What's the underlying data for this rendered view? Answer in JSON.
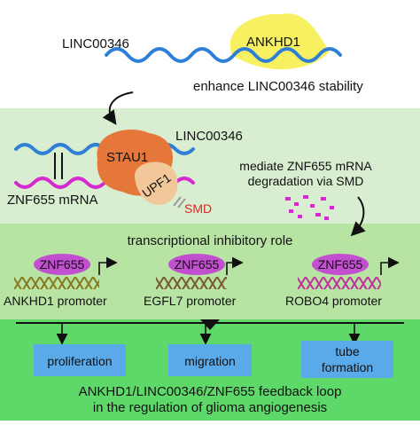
{
  "panel1": {
    "lncrna_label": "LINC00346",
    "protein_label": "ANKHD1",
    "caption": "enhance LINC00346 stability"
  },
  "panel2": {
    "lncrna_label": "LINC00346",
    "stau1_label": "STAU1",
    "upf1_label": "UPF1",
    "mrna_label": "ZNF655 mRNA",
    "smd_label": "SMD",
    "caption_line1": "mediate ZNF655 mRNA",
    "caption_line2": "degradation via SMD"
  },
  "panel3": {
    "title": "transcriptional inhibitory role",
    "factor_label": "ZNF655",
    "promoters": [
      {
        "factor": "ZNF655",
        "label": "ANKHD1 promoter"
      },
      {
        "factor": "ZNF655",
        "label": "EGFL7 promoter"
      },
      {
        "factor": "ZNF655",
        "label": "ROBO4 promoter"
      }
    ]
  },
  "panel4": {
    "outcomes": [
      {
        "line1": "proliferation",
        "line2": ""
      },
      {
        "line1": "migration",
        "line2": ""
      },
      {
        "line1": "tube",
        "line2": "formation"
      }
    ],
    "caption_line1": "ANKHD1/LINC00346/ZNF655 feedback loop",
    "caption_line2": "in the regulation of glioma angiogenesis"
  },
  "colors": {
    "panel1_bg": "#ffffff",
    "panel2_bg": "#d9eed0",
    "panel3_bg": "#b7e3a3",
    "panel4_bg": "#5fd86a",
    "rna_blue": "#2f7fd6",
    "mrna_magenta": "#d42ad0",
    "ankhd1_yellow": "#f7f060",
    "stau1_orange": "#e6773a",
    "upf1_peach": "#f2c89a",
    "smd_red": "#e02424",
    "znf655_purple": "#c24fcf",
    "outcome_box": "#5aa9e8"
  }
}
